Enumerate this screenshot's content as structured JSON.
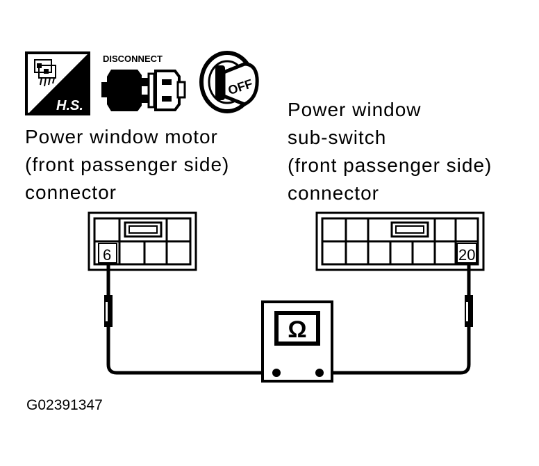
{
  "icons": {
    "hs_label": "H.S.",
    "disconnect_label": "DISCONNECT",
    "ignition_off_label": "OFF"
  },
  "left_connector": {
    "label_lines": [
      "Power window motor",
      "(front passenger side)",
      "connector"
    ],
    "terminal": "6"
  },
  "right_connector": {
    "label_lines": [
      "Power window",
      "sub-switch",
      "(front passenger side)",
      "connector"
    ],
    "terminal": "20"
  },
  "meter": {
    "symbol": "Ω"
  },
  "figure_code": "G02391347",
  "colors": {
    "ink": "#000000",
    "paper": "#ffffff"
  }
}
